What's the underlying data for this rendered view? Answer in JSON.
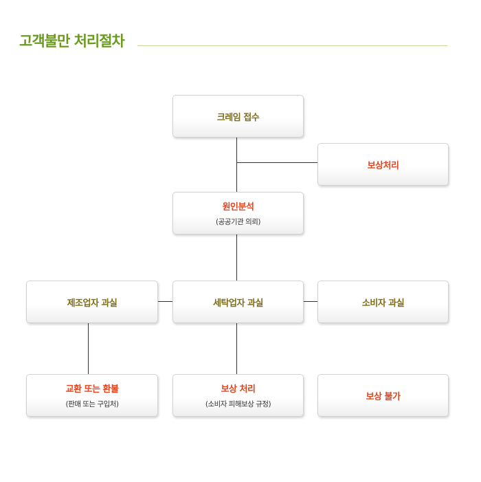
{
  "title": "고객불만 처리절차",
  "nodes": {
    "claim": {
      "label": "크레임 접수"
    },
    "compensation": {
      "label": "보상처리"
    },
    "analysis": {
      "label": "원인분석",
      "sub": "(공공기관 의뢰)"
    },
    "manufacturer_fault": {
      "label": "제조업자 과실"
    },
    "cleaner_fault": {
      "label": "세탁업자 과실"
    },
    "consumer_fault": {
      "label": "소비자 과실"
    },
    "exchange_refund": {
      "label": "교환 또는 환불",
      "sub": "(판매 또는 구입처)"
    },
    "compensation_process": {
      "label": "보상 처리",
      "sub": "(소비자 피해보상 규정)"
    },
    "no_compensation": {
      "label": "보상 불가"
    }
  },
  "colors": {
    "title": "#6a9a1e",
    "olive_text": "#7f6d16",
    "red_text": "#e2451e"
  }
}
